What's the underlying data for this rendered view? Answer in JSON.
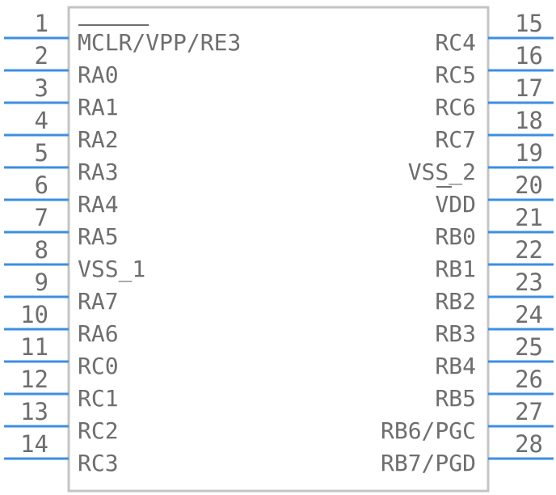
{
  "left_pins": [
    {
      "number": "1",
      "label": "MCLR/VPP/RE3"
    },
    {
      "number": "2",
      "label": "RA0"
    },
    {
      "number": "3",
      "label": "RA1"
    },
    {
      "number": "4",
      "label": "RA2"
    },
    {
      "number": "5",
      "label": "RA3"
    },
    {
      "number": "6",
      "label": "RA4"
    },
    {
      "number": "7",
      "label": "RA5"
    },
    {
      "number": "8",
      "label": "VSS_1"
    },
    {
      "number": "9",
      "label": "RA7"
    },
    {
      "number": "10",
      "label": "RA6"
    },
    {
      "number": "11",
      "label": "RC0"
    },
    {
      "number": "12",
      "label": "RC1"
    },
    {
      "number": "13",
      "label": "RC2"
    },
    {
      "number": "14",
      "label": "RC3"
    }
  ],
  "right_pins": [
    {
      "number": "15",
      "label": "RC4"
    },
    {
      "number": "16",
      "label": "RC5"
    },
    {
      "number": "17",
      "label": "RC6"
    },
    {
      "number": "18",
      "label": "RC7"
    },
    {
      "number": "19",
      "label": "VSS_2"
    },
    {
      "number": "20",
      "label": "VDD"
    },
    {
      "number": "21",
      "label": "RB0"
    },
    {
      "number": "22",
      "label": "RB1"
    },
    {
      "number": "23",
      "label": "RB2"
    },
    {
      "number": "24",
      "label": "RB3"
    },
    {
      "number": "25",
      "label": "RB4"
    },
    {
      "number": "26",
      "label": "RB5"
    },
    {
      "number": "27",
      "label": "RB6/PGC"
    },
    {
      "number": "28",
      "label": "RB7/PGD"
    }
  ],
  "colors": {
    "pin": "#3c8fe0",
    "text": "#6e6e6e",
    "body_border": "#c4c4c4"
  }
}
